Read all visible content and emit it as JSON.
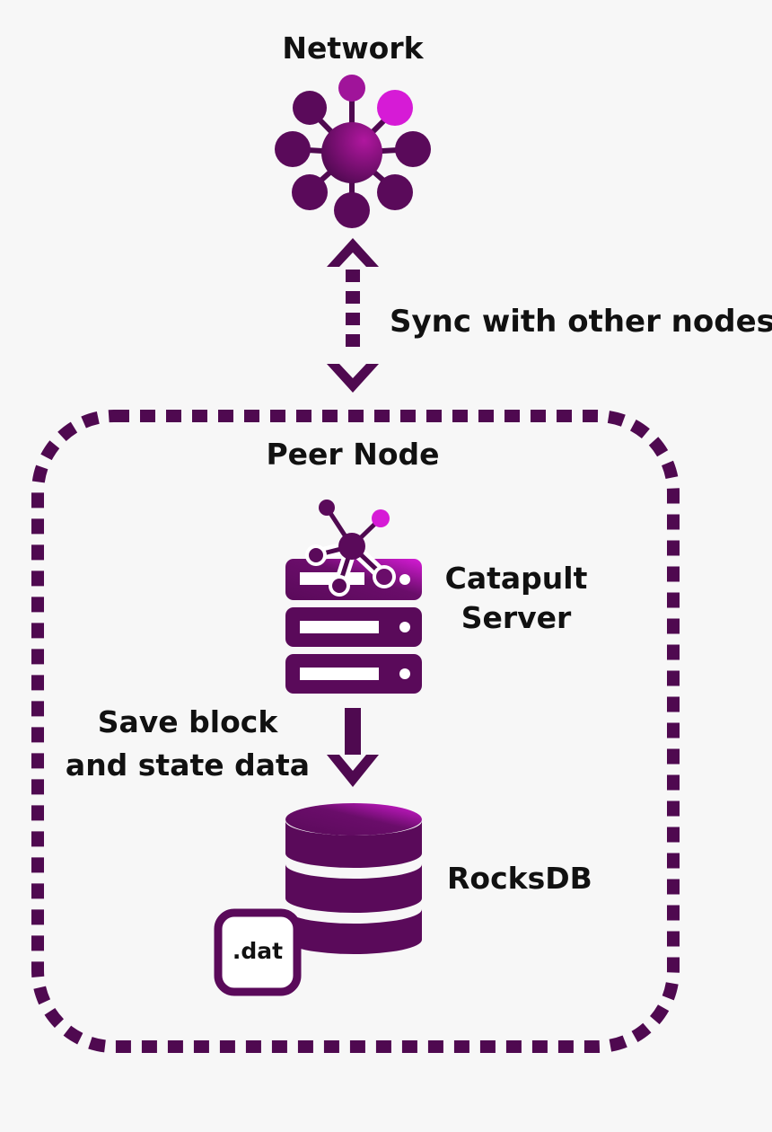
{
  "colors": {
    "accent": "#5a0a5a",
    "highlight": "#d61bd6",
    "background": "#f7f7f7",
    "text": "#111111"
  },
  "network": {
    "label": "Network",
    "icon": "network-hub-icon"
  },
  "sync": {
    "label": "Sync with other nodes"
  },
  "peer_node": {
    "label": "Peer Node"
  },
  "server": {
    "label_line1": "Catapult",
    "label_line2": "Server",
    "icon": "server-rack-icon"
  },
  "save": {
    "label_line1": "Save block",
    "label_line2": "and state data"
  },
  "database": {
    "label": "RocksDB",
    "icon": "database-icon"
  },
  "file": {
    "label": ".dat",
    "icon": "file-icon"
  }
}
